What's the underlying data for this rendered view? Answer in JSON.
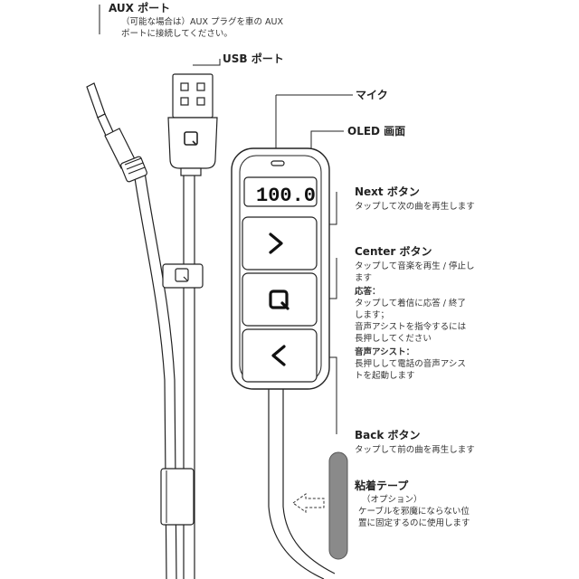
{
  "labels": {
    "aux": {
      "title": "AUX ポート",
      "desc": [
        "（可能な場合は）AUX プラグを車の AUX",
        "ポートに接続してください。"
      ]
    },
    "usb": {
      "title": "USB ポート"
    },
    "mic": {
      "title": "マイク"
    },
    "oled": {
      "title": "OLED 画面"
    },
    "next": {
      "title": "Next ボタン",
      "desc": [
        "タップして次の曲を再生します"
      ]
    },
    "center": {
      "title": "Center ボタン",
      "desc": [
        "タップして音楽を再生 / 停止し",
        "ます"
      ],
      "answer_title": "応答：",
      "answer_desc": [
        "タップして着信に応答 / 終了",
        "します；",
        "音声アシストを指令するには",
        "長押ししてください"
      ],
      "voice_title": "音声アシスト：",
      "voice_desc": [
        "長押しして電話の音声アシス",
        "トを起動します"
      ]
    },
    "back": {
      "title": "Back ボタン",
      "desc": [
        "タップして前の曲を再生します"
      ]
    },
    "tape": {
      "title": "粘着テープ",
      "desc": [
        "（オプション）",
        "ケーブルを邪魔にならない位",
        "置に固定するのに使用します"
      ]
    }
  },
  "display": {
    "value": "100.0"
  },
  "icons": {
    "next": "chevron-right-icon",
    "center": "q-logo-icon",
    "back": "chevron-left-icon",
    "usb_logo": "q-logo-icon",
    "arrow": "arrow-left-icon"
  },
  "colors": {
    "ink": "#222222",
    "tape": "#8a8a8a"
  }
}
